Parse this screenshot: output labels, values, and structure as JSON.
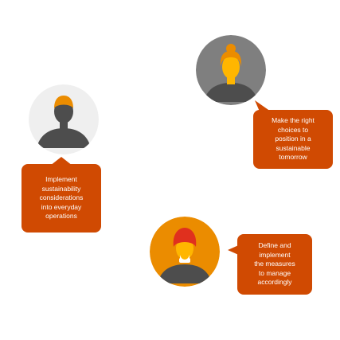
{
  "colors": {
    "bubble": "#d04a02",
    "avatar_bg_left": "#efefef",
    "avatar_bg_top_right": "#7f7f7f",
    "avatar_bg_bottom": "#eb8c00",
    "silhouette_dark": "#4d4d4d",
    "skin": "#eb8c00",
    "skin_light": "#ffb600",
    "turban": "#e0301e",
    "white": "#ffffff"
  },
  "people": [
    {
      "avatar": "man-avatar-icon",
      "text": "Implement\nsustainability\nconsiderations\ninto everyday\noperations"
    },
    {
      "avatar": "woman-avatar-icon",
      "text": "Make the right\nchoices to\nposition in a\nsustainable\ntomorrow"
    },
    {
      "avatar": "turban-man-avatar-icon",
      "text": "Define and\nimplement\nthe measures\nto manage\naccordingly"
    }
  ]
}
